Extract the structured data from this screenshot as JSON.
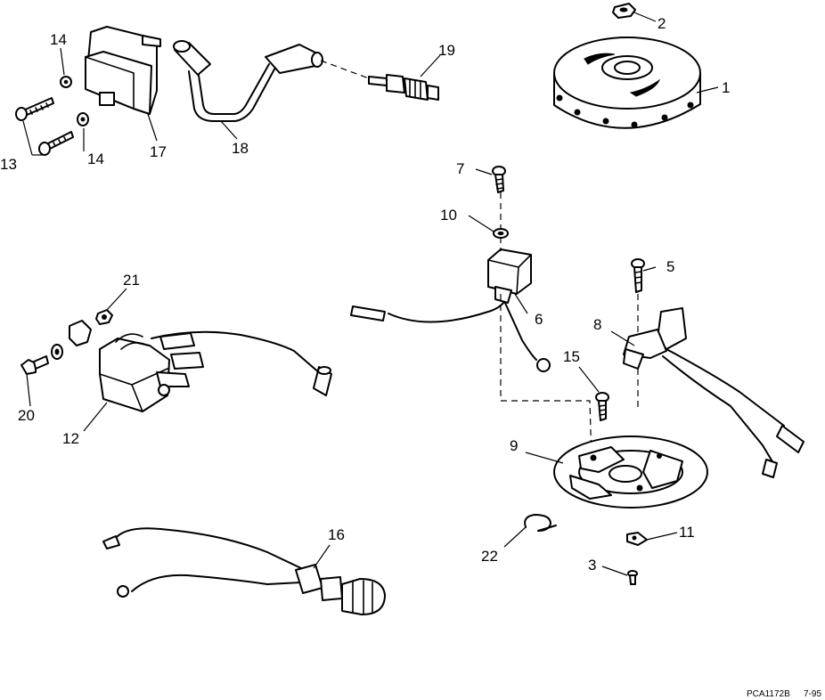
{
  "diagram": {
    "callouts": {
      "c1": "1",
      "c2": "2",
      "c3": "3",
      "c5": "5",
      "c6": "6",
      "c7": "7",
      "c8": "8",
      "c9": "9",
      "c10": "10",
      "c11": "11",
      "c12": "12",
      "c13": "13",
      "c14a": "14",
      "c14b": "14",
      "c15": "15",
      "c16": "16",
      "c17": "17",
      "c18": "18",
      "c19": "19",
      "c20": "20",
      "c21": "21",
      "c22": "22"
    },
    "footer": {
      "code": "PCA1172B",
      "date": "7-95"
    }
  }
}
